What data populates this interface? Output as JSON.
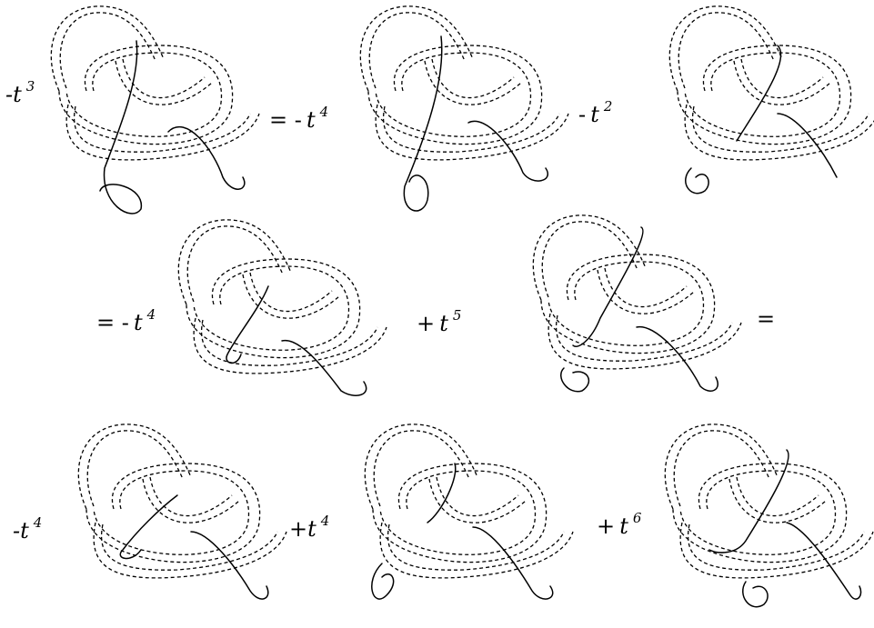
{
  "colors": {
    "ink": "#000000",
    "background": "#ffffff"
  },
  "terms": [
    {
      "op": "",
      "base": "-t",
      "exp": "3"
    },
    {
      "op": "= -",
      "base": "t",
      "exp": "4"
    },
    {
      "op": "-",
      "base": "t",
      "exp": "2"
    },
    {
      "op": "= -",
      "base": "t",
      "exp": "4"
    },
    {
      "op": "+",
      "base": "t",
      "exp": "5"
    },
    {
      "op": "=",
      "base": "",
      "exp": ""
    },
    {
      "op": "",
      "base": "-t",
      "exp": "4"
    },
    {
      "op": "+",
      "base": "t",
      "exp": "4"
    },
    {
      "op": "+",
      "base": "t",
      "exp": "6"
    }
  ],
  "diagrams": [
    {
      "variant": "a"
    },
    {
      "variant": "b"
    },
    {
      "variant": "c"
    },
    {
      "variant": "d"
    },
    {
      "variant": "e"
    },
    {
      "variant": "f"
    },
    {
      "variant": "g"
    },
    {
      "variant": "h"
    }
  ]
}
